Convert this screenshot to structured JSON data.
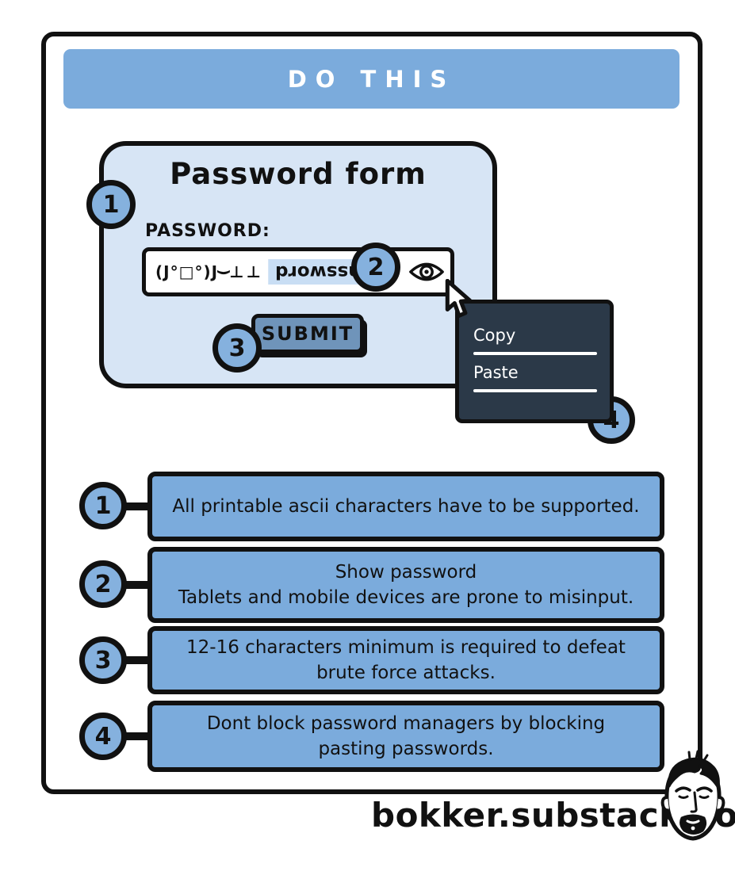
{
  "header": {
    "title": "DO THIS"
  },
  "form": {
    "title": "Password form",
    "password_label": "PASSWORD:",
    "input": {
      "emoticon": "(J°□°)J",
      "arc": "(",
      "table": "⊥⊥",
      "flipped_text": "password"
    },
    "submit_label": "SUBMIT"
  },
  "badges": {
    "input": "1",
    "eye": "2",
    "submit": "3",
    "menu": "4"
  },
  "context_menu": {
    "items": [
      {
        "label": "Copy"
      },
      {
        "label": "Paste"
      }
    ]
  },
  "notes": [
    {
      "number": "1",
      "text": "All printable ascii characters have to be supported."
    },
    {
      "number": "2",
      "text": "Show password\nTablets and mobile devices are prone to misinput."
    },
    {
      "number": "3",
      "text": "12-16 characters minimum is required to defeat\nbrute force attacks."
    },
    {
      "number": "4",
      "text": "Dont block password managers by blocking\npasting passwords."
    }
  ],
  "footer": {
    "site": "bokker.substack.com"
  },
  "icons": {
    "eye": "show-password-eye-icon",
    "cursor": "mouse-cursor-icon",
    "face": "author-avatar-icon"
  },
  "colors": {
    "accent_blue": "#7babdc",
    "panel_blue": "#d7e5f5",
    "circle_blue": "#85b1de",
    "submit_blue": "#6f94ba",
    "menu_dark": "#2b3948",
    "highlight_blue": "#c9def4",
    "ink": "#111111"
  }
}
